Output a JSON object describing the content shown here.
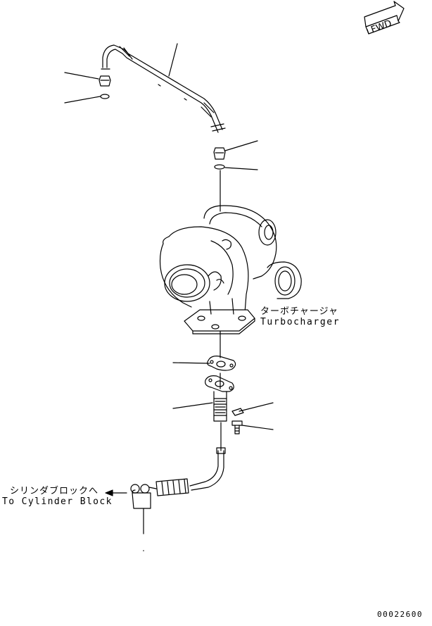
{
  "direction_marker": {
    "label": "FWD"
  },
  "labels": {
    "turbocharger_jp": "ターボチャージャ",
    "turbocharger_en": "Turbocharger",
    "cylinder_block_jp": "シリンダブロックへ",
    "cylinder_block_en": "To Cylinder Block"
  },
  "drawing_code": "00022600"
}
